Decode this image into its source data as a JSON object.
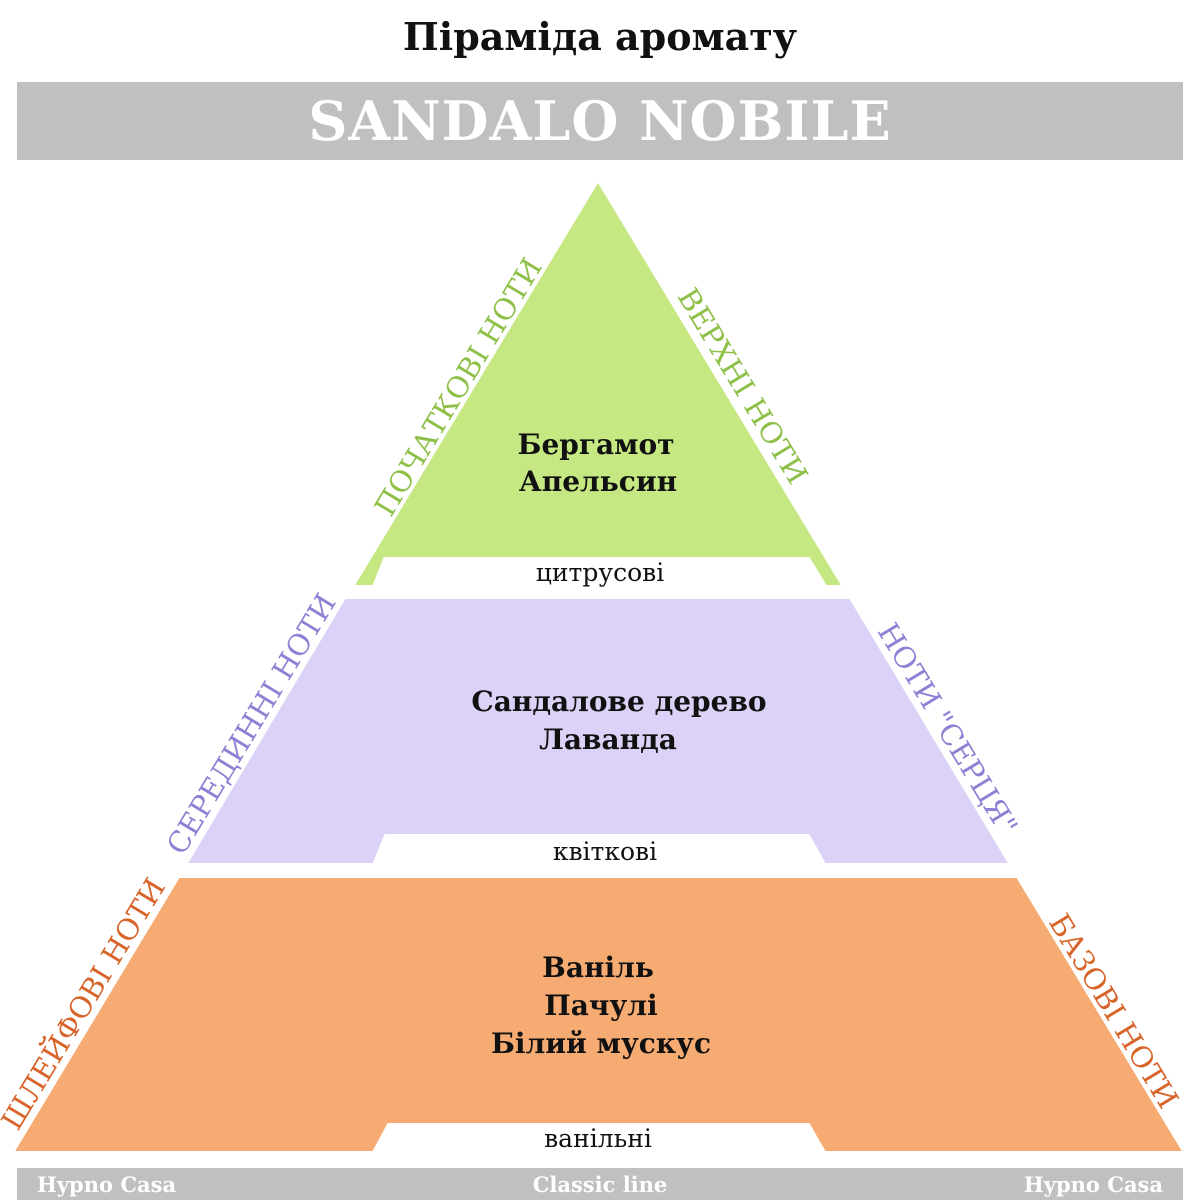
{
  "title": "Піраміда аромату",
  "perfume_name": "SANDALO NOBILE",
  "tiers": {
    "top": {
      "notes": [
        "Бергамот",
        "Апельсин"
      ],
      "category": "цитрусові",
      "left_label": "ПОЧАТКОВІ НОТИ",
      "right_label": "ВЕРХНІ НОТИ",
      "fill": "#c6e882",
      "label_color": "#8ec048"
    },
    "middle": {
      "notes": [
        "Сандалове дерево",
        "Лаванда"
      ],
      "category": "квіткові",
      "left_label": "СЕРЕДИННІ НОТИ",
      "right_label": "НОТИ \"СЕРЦЯ\"",
      "fill": "#dcd2f7",
      "label_color": "#8f80d4"
    },
    "base": {
      "notes": [
        "Ваніль",
        "Пачулі",
        "Білий мускус"
      ],
      "category": "ванільні",
      "left_label": "ШЛЕЙФОВІ НОТИ",
      "right_label": "БАЗОВІ НОТИ",
      "fill": "#f6ab72",
      "label_color": "#d8642a"
    }
  },
  "footer": {
    "left": "Hypno Casa",
    "center": "Classic line",
    "right": "Hypno Casa"
  }
}
